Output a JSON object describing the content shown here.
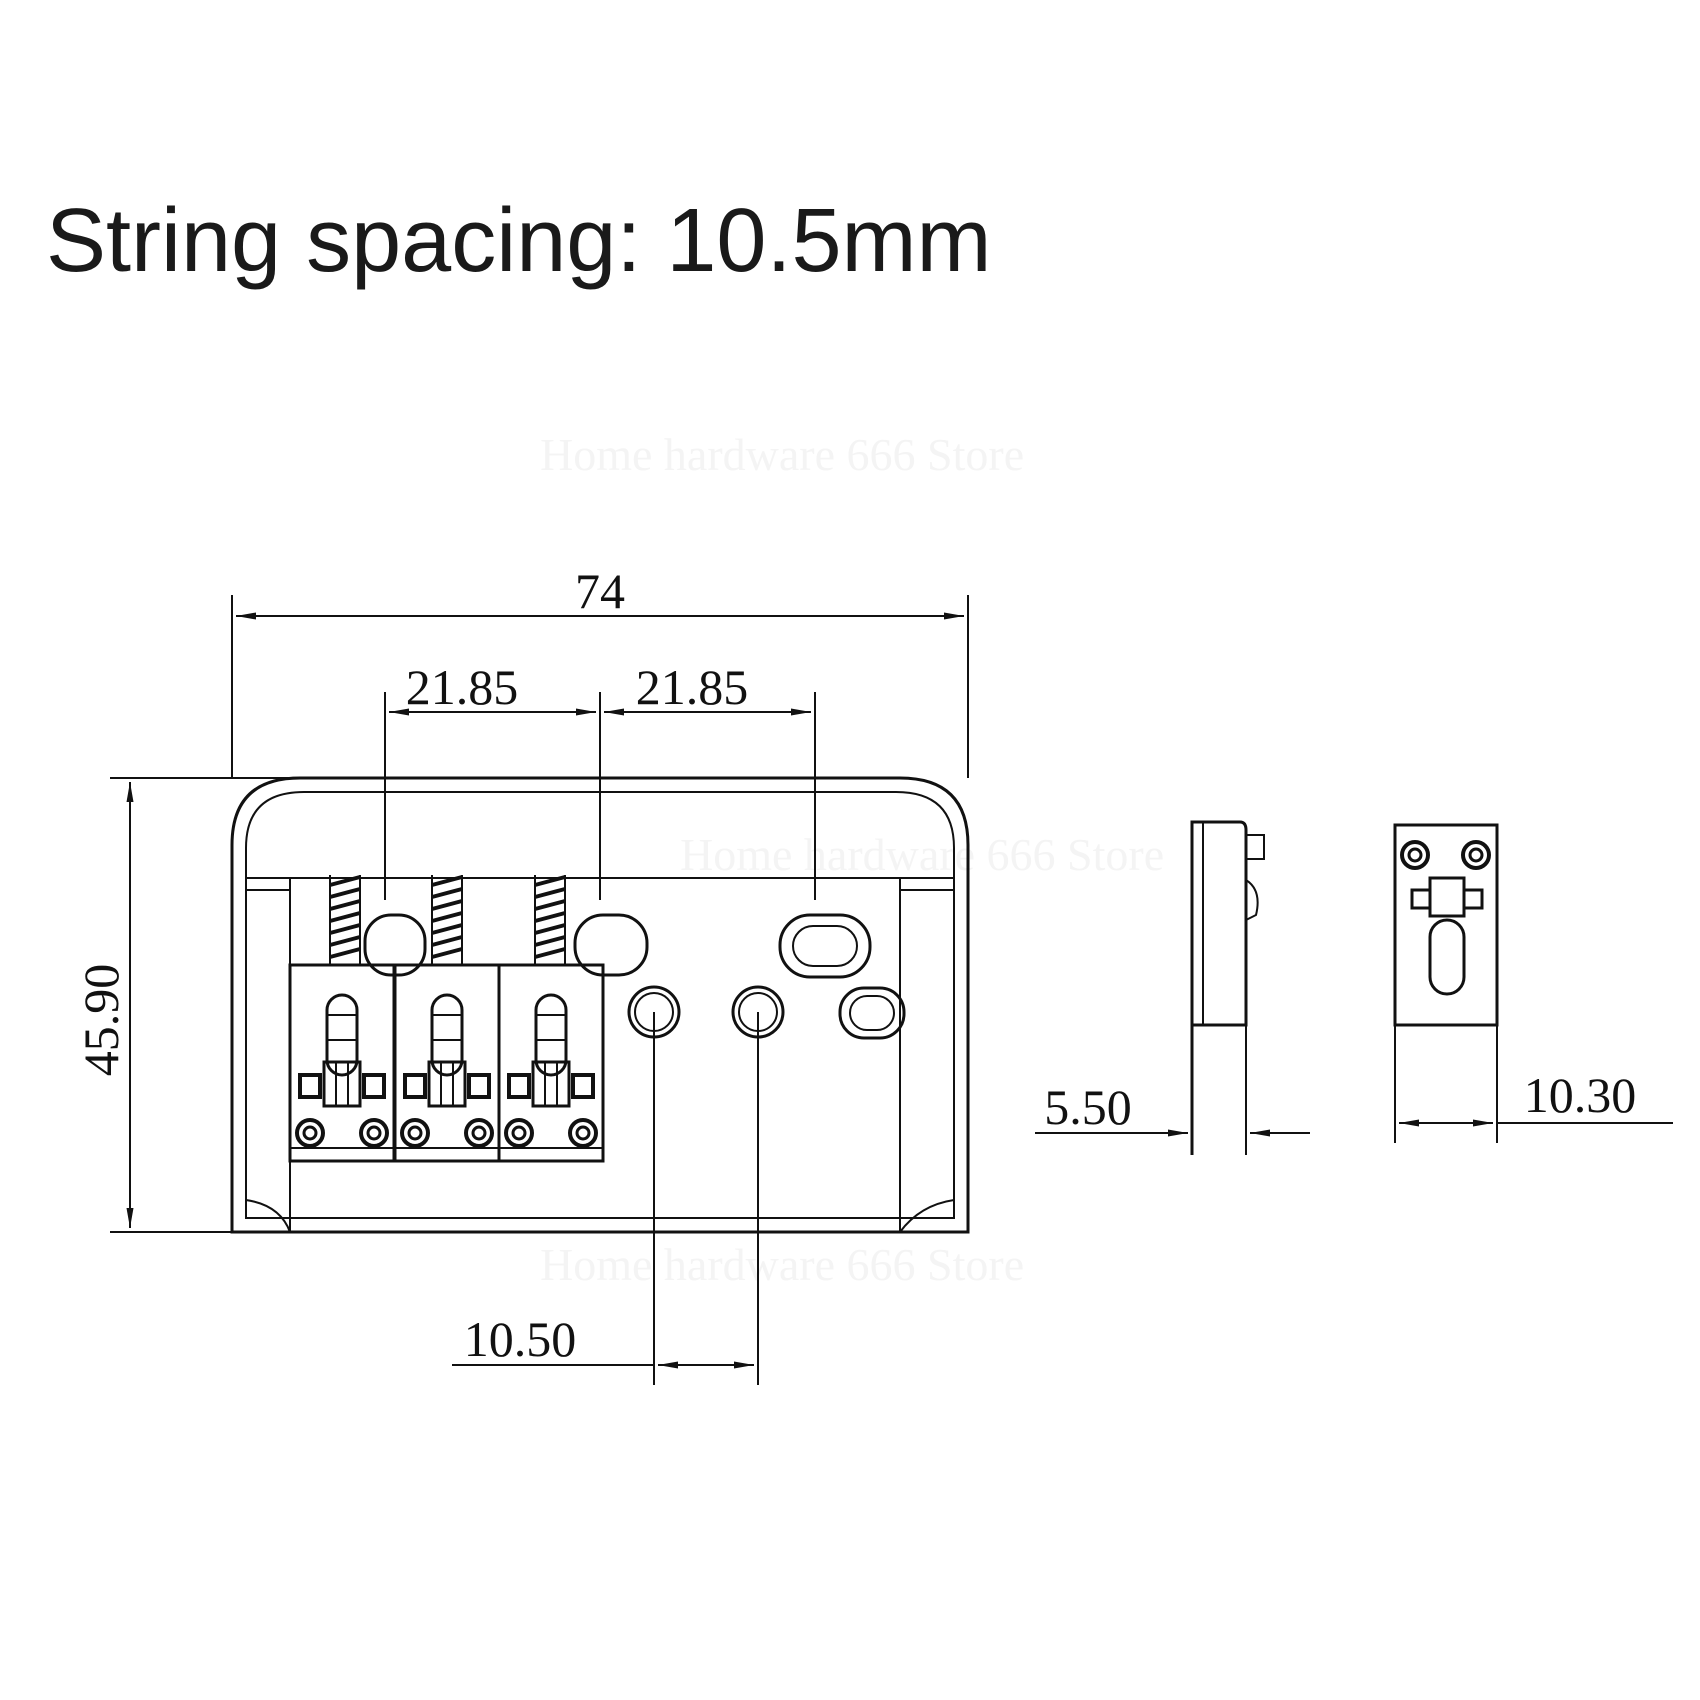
{
  "title": "String spacing: 10.5mm",
  "watermark": "Home hardware 666 Store",
  "dimensions": {
    "overall_width": "74",
    "saddle_spacing_left": "21.85",
    "saddle_spacing_right": "21.85",
    "height": "45.90",
    "mount_hole_spacing": "10.50",
    "side_view_thickness": "5.50",
    "end_view_width": "10.30"
  },
  "colors": {
    "line": "#111111",
    "background": "#ffffff"
  }
}
